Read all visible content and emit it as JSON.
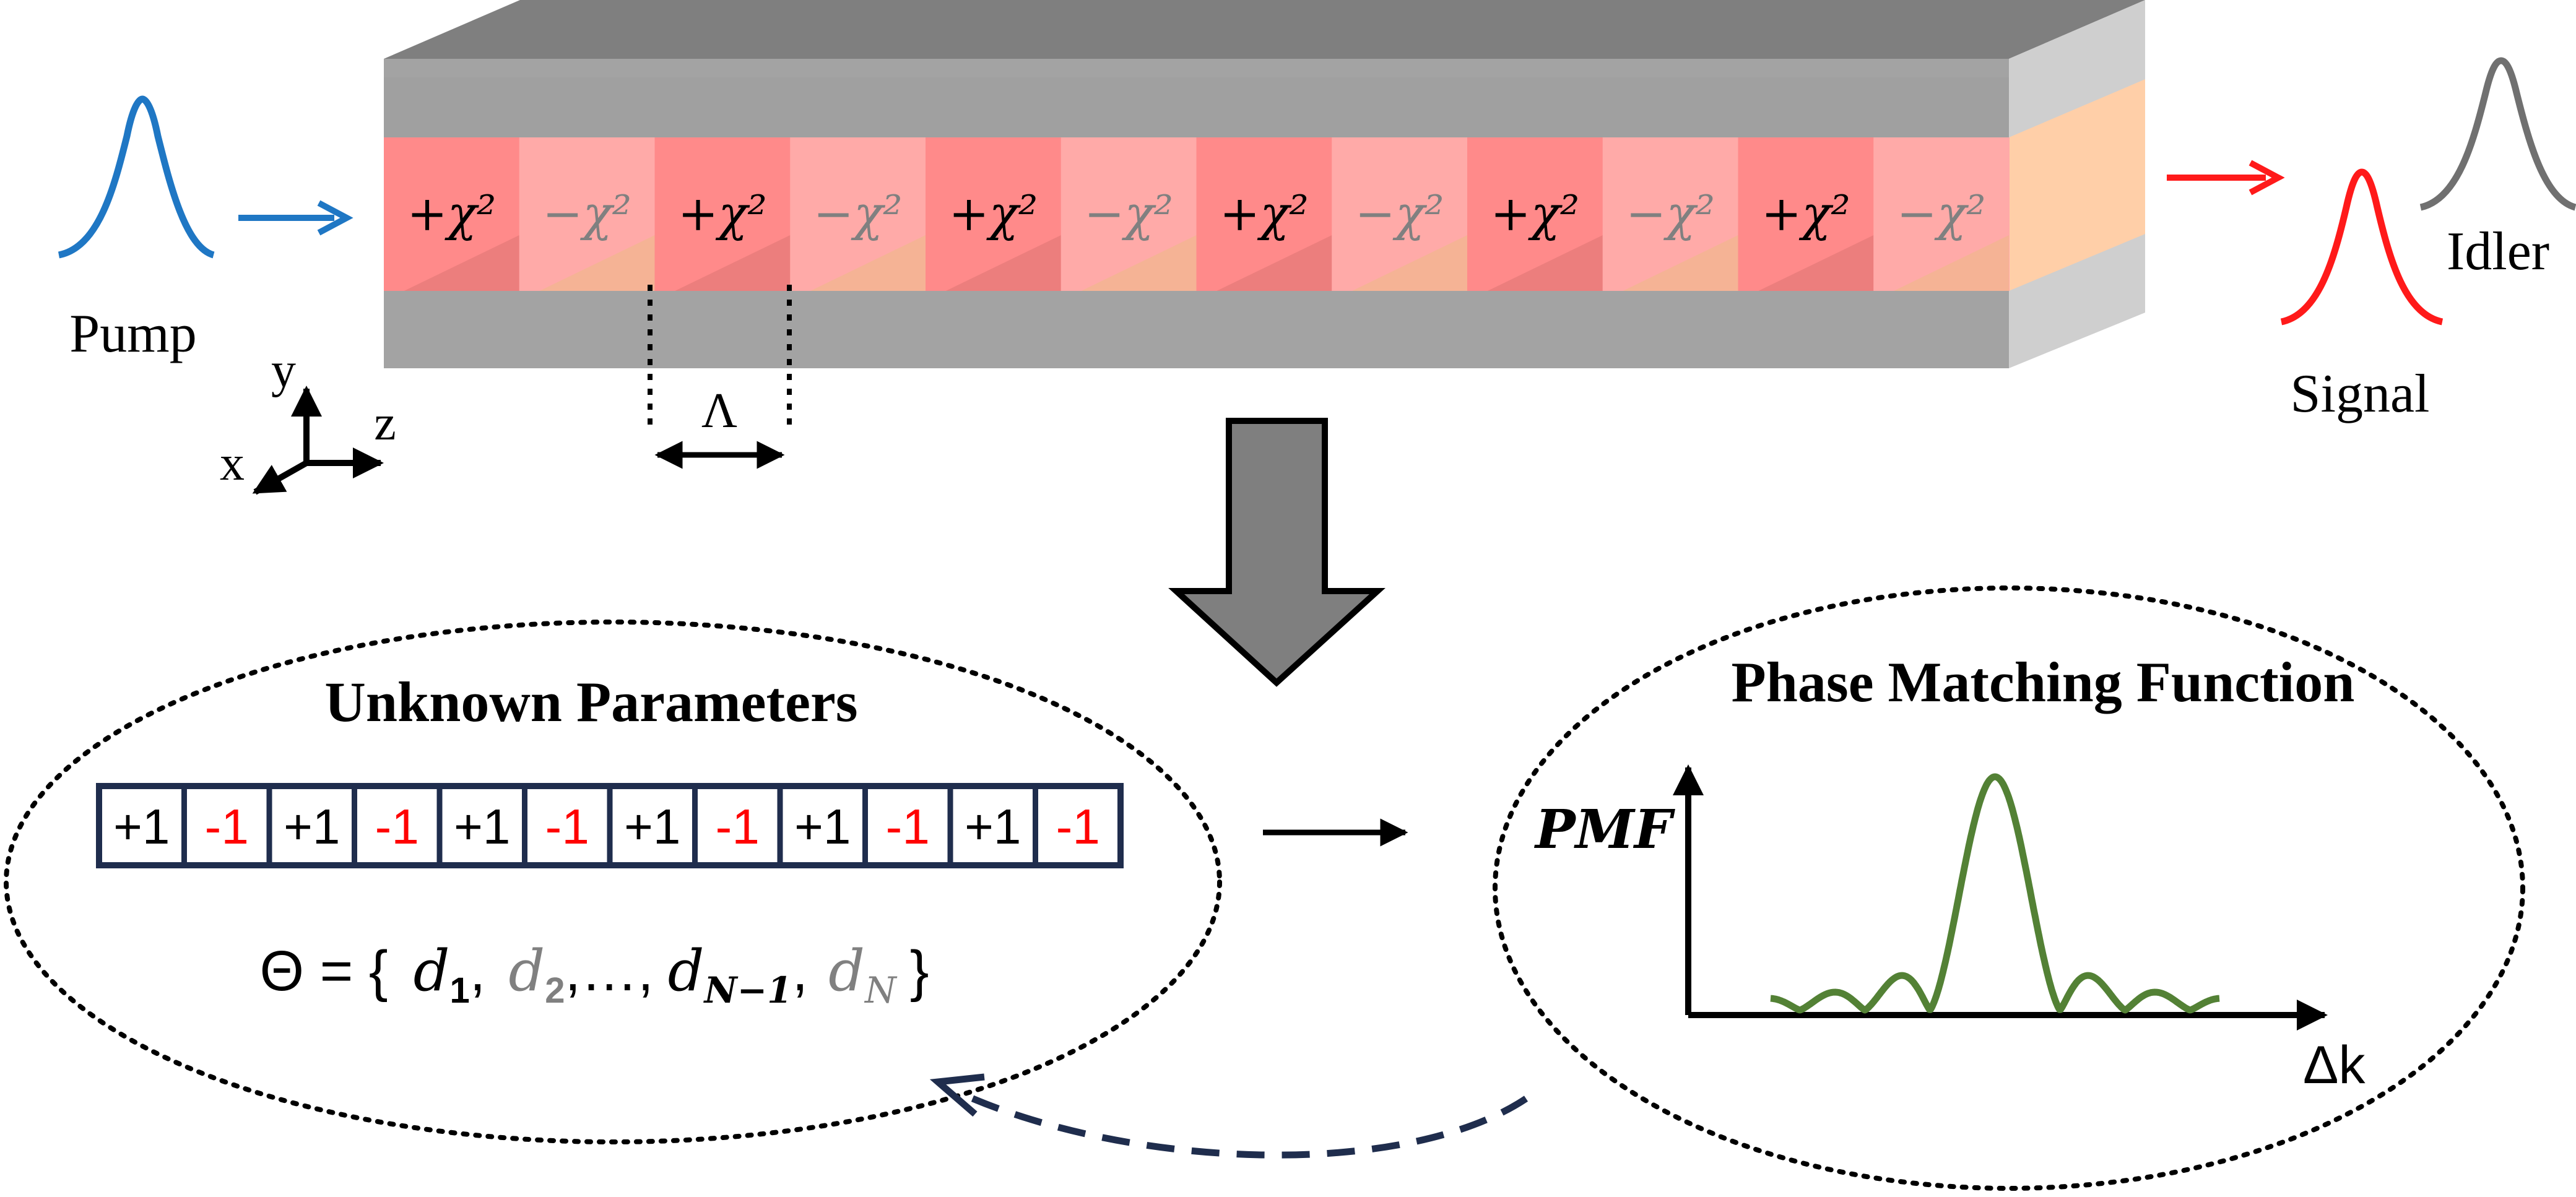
{
  "pump": {
    "label": "Pump",
    "color": "#1f77c4"
  },
  "output": {
    "signal_label": "Signal",
    "idler_label": "Idler",
    "signal_color": "#ff1a1a",
    "idler_color": "#707070"
  },
  "axes3d": {
    "x": "x",
    "y": "y",
    "z": "z"
  },
  "period": {
    "symbol": "Λ"
  },
  "domains": {
    "pos_label": "+χ²",
    "neg_label": "−χ²",
    "pos_color": "#ff8a8a",
    "neg_color": "#ffaaa8",
    "sequence": [
      "+",
      "-",
      "+",
      "-",
      "+",
      "-",
      "+",
      "-",
      "+",
      "-",
      "+",
      "-"
    ]
  },
  "parameters": {
    "title": "Unknown Parameters",
    "cells": [
      "+1",
      "-1",
      "+1",
      "-1",
      "+1",
      "-1",
      "+1",
      "-1",
      "+1",
      "-1",
      "+1",
      "-1"
    ],
    "pos_color": "#000000",
    "neg_color": "#ff0000",
    "theta": {
      "prefix": "Θ = {",
      "d1": "d",
      "d1_sub": "1",
      "sep1": ",",
      "d2": "d",
      "d2_sub": "2",
      "mid": ",…,",
      "dn1": "d",
      "dn1_sub": "N−1",
      "sep2": ",",
      "dn": "d",
      "dn_sub": "N",
      "suffix": "}"
    }
  },
  "pmf": {
    "title": "Phase Matching Function",
    "ylabel": "PMF",
    "xlabel": "Δk",
    "curve_color": "#538135",
    "shape": "sinc-squared"
  }
}
